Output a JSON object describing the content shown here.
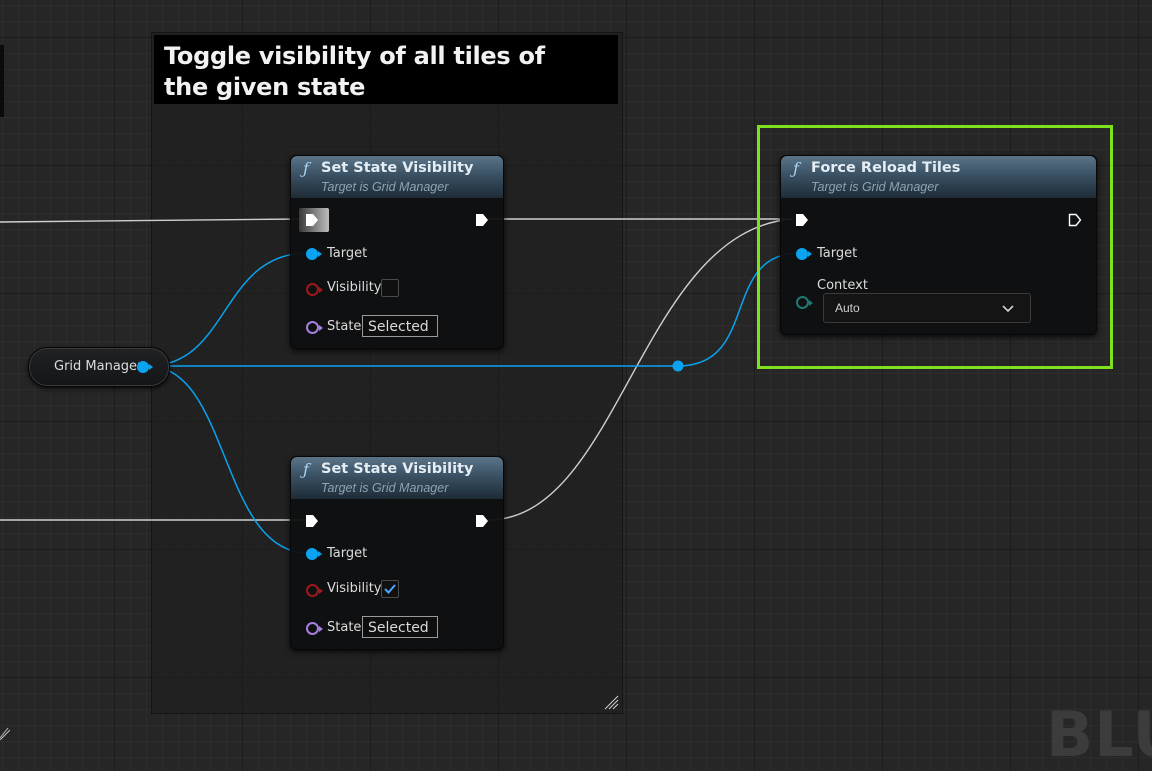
{
  "comment": {
    "title": "Toggle visibility of all tiles of the given state"
  },
  "variable_node": {
    "label": "Grid Manager"
  },
  "node_set_state_1": {
    "title": "Set State Visibility",
    "subtitle": "Target is Grid Manager",
    "target_label": "Target",
    "visibility_label": "Visibility",
    "visibility_checked": false,
    "state_label": "State",
    "state_value": "Selected"
  },
  "node_set_state_2": {
    "title": "Set State Visibility",
    "subtitle": "Target is Grid Manager",
    "target_label": "Target",
    "visibility_label": "Visibility",
    "visibility_checked": true,
    "state_label": "State",
    "state_value": "Selected"
  },
  "node_force_reload": {
    "title": "Force Reload Tiles",
    "subtitle": "Target is Grid Manager",
    "target_label": "Target",
    "context_label": "Context",
    "context_value": "Auto"
  },
  "watermark": "BLU",
  "colors": {
    "object_pin": "#0aa3f0",
    "bool_pin": "#a01818",
    "enum_pin": "#a77fe0",
    "selection": "#7fe01e",
    "header_top": "#5b7488"
  }
}
